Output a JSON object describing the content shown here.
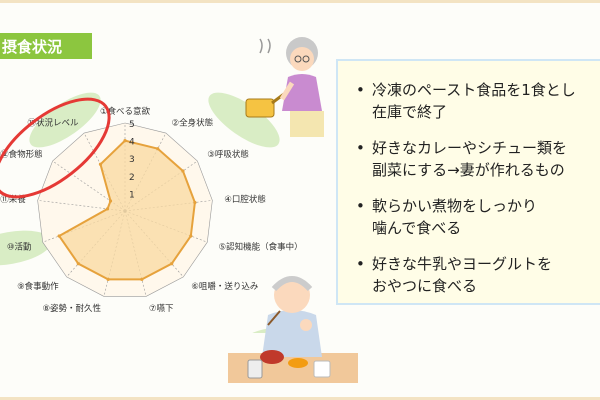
{
  "header": {
    "title": "摂食状況"
  },
  "info": {
    "items": [
      "冷凍のペースト食品を1食とし\n在庫で終了",
      "好きなカレーやシチュー類を\n副菜にする→妻が作れるもの",
      "軟らかい煮物をしっかり\n噛んで食べる",
      "好きな牛乳やヨーグルトを\nおやつに食べる"
    ],
    "bullet": "•"
  },
  "colors": {
    "accent": "#8cc63f",
    "highlight": "#e53935",
    "fill": "#f9d9a0",
    "stroke": "#e6a23c",
    "leaf": "#cfe8b8"
  },
  "chart_data": {
    "type": "radar",
    "title": "",
    "rmax": 5,
    "tick_labels": [
      "1",
      "2",
      "3",
      "4",
      "5"
    ],
    "axes": [
      "①食べる意欲",
      "②全身状態",
      "③呼吸状態",
      "④口腔状態",
      "⑤認知機能（食事中）",
      "⑥咀嚼・送り込み",
      "⑦嚥下",
      "⑧姿勢・耐久性",
      "⑨食事動作",
      "⑩活動",
      "⑪栄養",
      "⑫食物形態",
      "⑬状況レベル"
    ],
    "values": [
      4,
      4,
      4,
      4,
      4,
      4,
      4,
      4,
      4,
      4,
      1,
      1,
      3
    ]
  }
}
